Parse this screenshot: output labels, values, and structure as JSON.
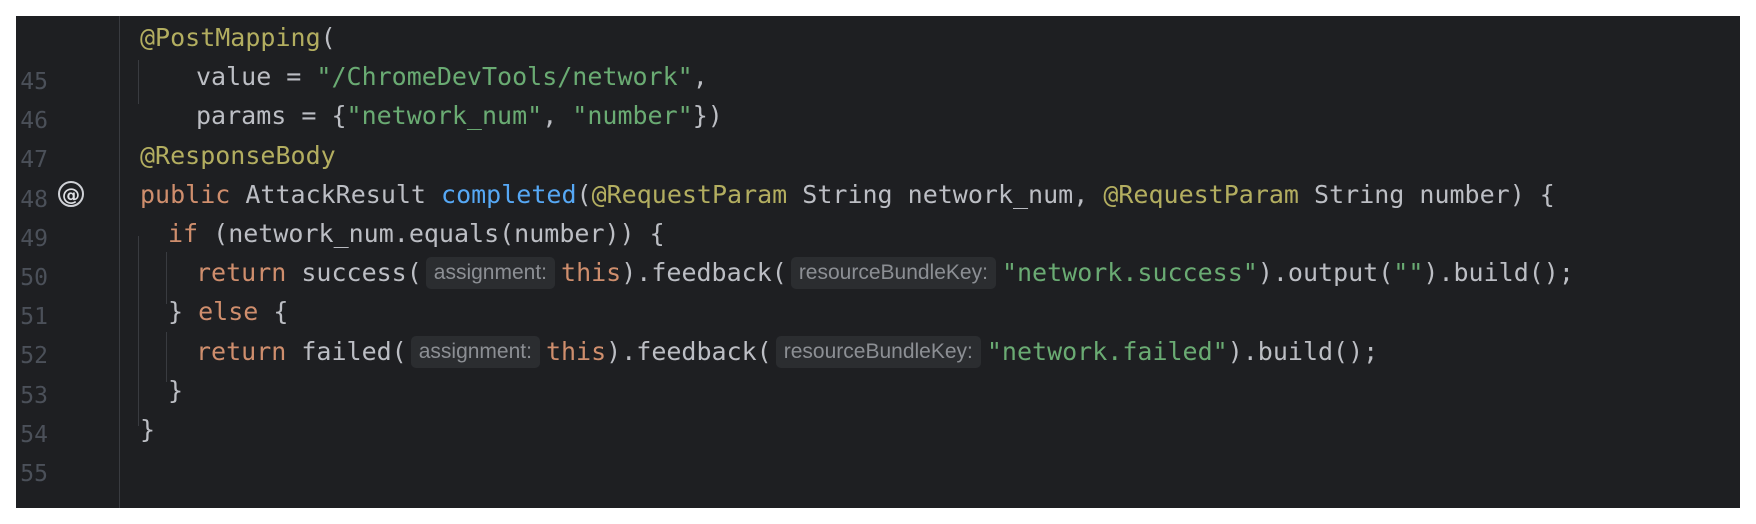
{
  "lines": [
    {
      "num": "45"
    },
    {
      "num": "46"
    },
    {
      "num": "47"
    },
    {
      "num": "48"
    },
    {
      "num": "49"
    },
    {
      "num": "50"
    },
    {
      "num": "51"
    },
    {
      "num": "52"
    },
    {
      "num": "53"
    },
    {
      "num": "54"
    },
    {
      "num": "55"
    }
  ],
  "tokens": {
    "postmapping": "@PostMapping",
    "paren_open": "(",
    "value_eq": "value = ",
    "value_str": "\"/ChromeDevTools/network\"",
    "comma": ",",
    "params_eq": "params = {",
    "p1": "\"network_num\"",
    "sep": ", ",
    "p2": "\"number\"",
    "close_brace_paren": "})",
    "responsebody": "@ResponseBody",
    "public": "public ",
    "attackresult": "AttackResult ",
    "completed": "completed",
    "requestparam": "@RequestParam",
    "string_network_num": " String network_num, ",
    "string_number": " String number) {",
    "if": "if ",
    "if_cond": "(network_num.equals(number)) {",
    "return": "return ",
    "success": "success(",
    "this": "this",
    "feedback": ").feedback(",
    "success_key": "\"network.success\"",
    "output": ").output(",
    "empty_str": "\"\"",
    "build_success": ").build();",
    "else_open": "} ",
    "else": "else",
    "else_brace": " {",
    "failed": "failed(",
    "failed_key": "\"network.failed\"",
    "build_failed": ").build();",
    "close_brace": "}"
  },
  "hints": {
    "assignment": "assignment:",
    "resource_key": "resourceBundleKey:"
  },
  "icons": {
    "line_49_marker": "@"
  }
}
